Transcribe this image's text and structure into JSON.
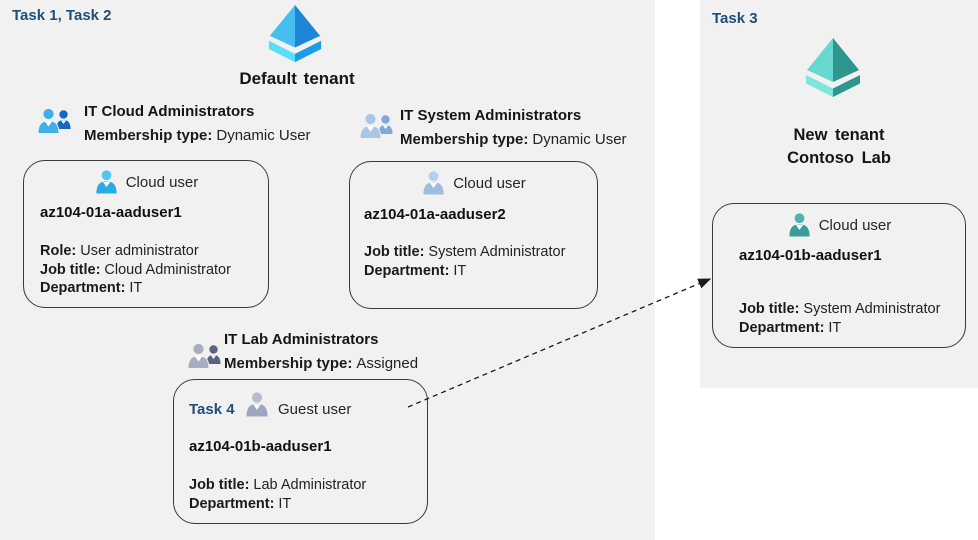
{
  "colors": {
    "task_label": "#1f4e79",
    "panel_background": "#f1f1f1",
    "card_border": "#3a3a3a",
    "arrow": "#1a1a1a",
    "azure_ad_blue": "#1d86d8",
    "azure_ad_teal": "#2f968f"
  },
  "left_panel": {
    "task_label": "Task 1, Task 2",
    "tenant_name": "Default tenant",
    "tenant_icon": "azure-ad-pyramid-blue-icon",
    "groups": [
      {
        "name": "IT Cloud Administrators",
        "icon": "group-people-blue-icon",
        "membership_label": "Membership type:",
        "membership_value": "Dynamic User",
        "card": {
          "user_type": "Cloud user",
          "user_icon": "cloud-user-cyan-icon",
          "username": "az104-01a-aaduser1",
          "attributes": [
            {
              "label": "Role:",
              "value": "User administrator"
            },
            {
              "label": "Job title:",
              "value": "Cloud Administrator"
            },
            {
              "label": "Department:",
              "value": "IT"
            }
          ]
        }
      },
      {
        "name": "IT System Administrators",
        "icon": "group-people-pale-blue-icon",
        "membership_label": "Membership type:",
        "membership_value": "Dynamic User",
        "card": {
          "user_type": "Cloud user",
          "user_icon": "cloud-user-pale-blue-icon",
          "username": "az104-01a-aaduser2",
          "attributes": [
            {
              "label": "Job title:",
              "value": "System Administrator"
            },
            {
              "label": "Department:",
              "value": "IT"
            }
          ]
        }
      },
      {
        "name": "IT Lab Administrators",
        "icon": "group-people-gray-icon",
        "membership_label": "Membership type:",
        "membership_value": "Assigned",
        "card": {
          "task_label": "Task 4",
          "user_type": "Guest user",
          "user_icon": "guest-user-gray-icon",
          "username": "az104-01b-aaduser1",
          "attributes": [
            {
              "label": "Job title:",
              "value": "Lab Administrator"
            },
            {
              "label": "Department:",
              "value": "IT"
            }
          ]
        }
      }
    ]
  },
  "right_panel": {
    "task_label": "Task 3",
    "tenant_icon": "azure-ad-pyramid-teal-icon",
    "tenant_name_line1": "New tenant",
    "tenant_name_line2": "Contoso Lab",
    "card": {
      "user_type": "Cloud user",
      "user_icon": "cloud-user-teal-icon",
      "username": "az104-01b-aaduser1",
      "attributes": [
        {
          "label": "Job title:",
          "value": "System Administrator"
        },
        {
          "label": "Department:",
          "value": "IT"
        }
      ]
    }
  },
  "arrow": {
    "style": "dashed",
    "from": "guest-user-card",
    "to": "new-tenant-cloud-user-card"
  }
}
